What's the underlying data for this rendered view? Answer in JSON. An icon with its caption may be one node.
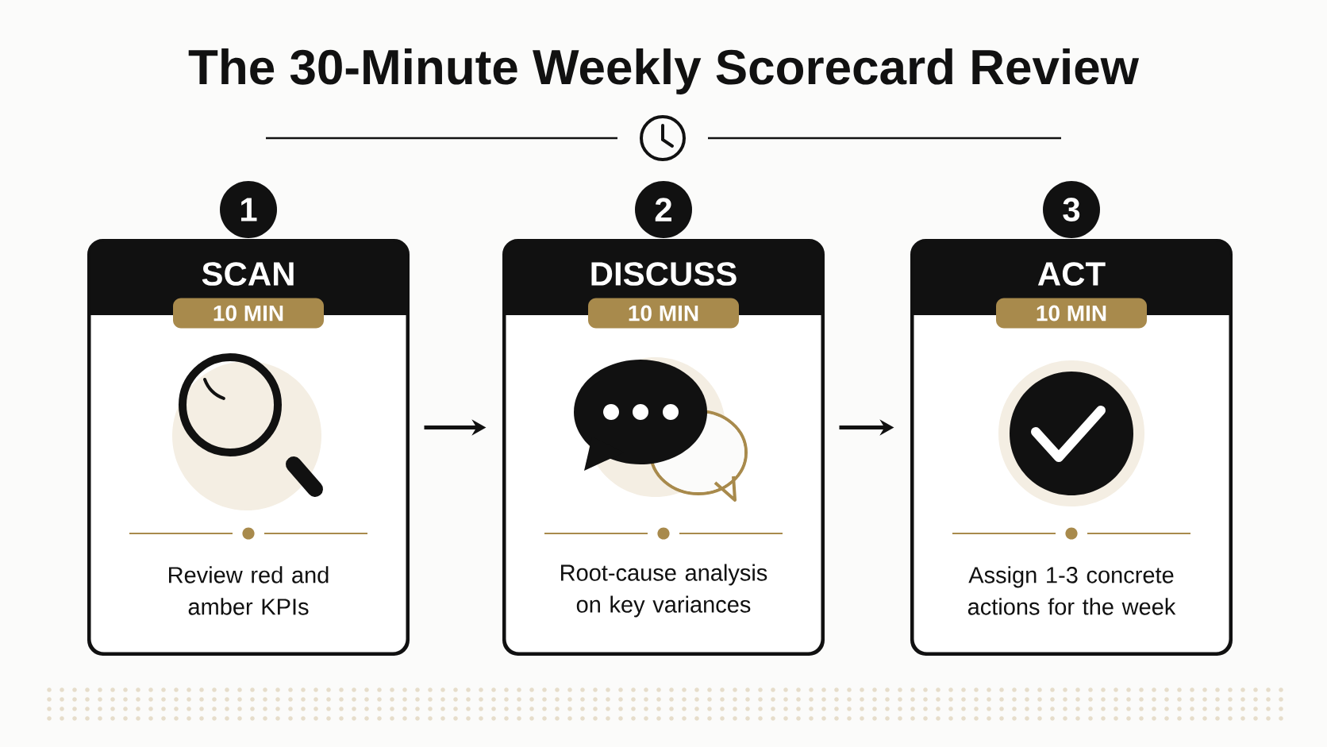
{
  "diagram": {
    "title": "The 30-Minute Weekly Scorecard Review",
    "nodes": [
      {
        "text": [
          "1"
        ]
      },
      {
        "text": [
          "SCAN",
          "Review red and amber KPIs"
        ]
      },
      {
        "text": [
          "10 MIN"
        ],
        "in": 1
      },
      {
        "text": [
          "2"
        ]
      },
      {
        "text": [
          "DISCUSS",
          "Root-cause analysis on key variances"
        ]
      },
      {
        "text": [
          "10 MIN"
        ],
        "in": 4
      },
      {
        "text": [
          "3"
        ]
      },
      {
        "text": [
          "ACT",
          "Assign 1-3 concrete actions for the week"
        ]
      },
      {
        "text": [
          "10 MIN"
        ],
        "in": 7
      }
    ],
    "edges": [
      {
        "from": 1,
        "to": 4,
        "arrow": "to"
      },
      {
        "from": 4,
        "to": 7,
        "arrow": "to"
      }
    ]
  }
}
